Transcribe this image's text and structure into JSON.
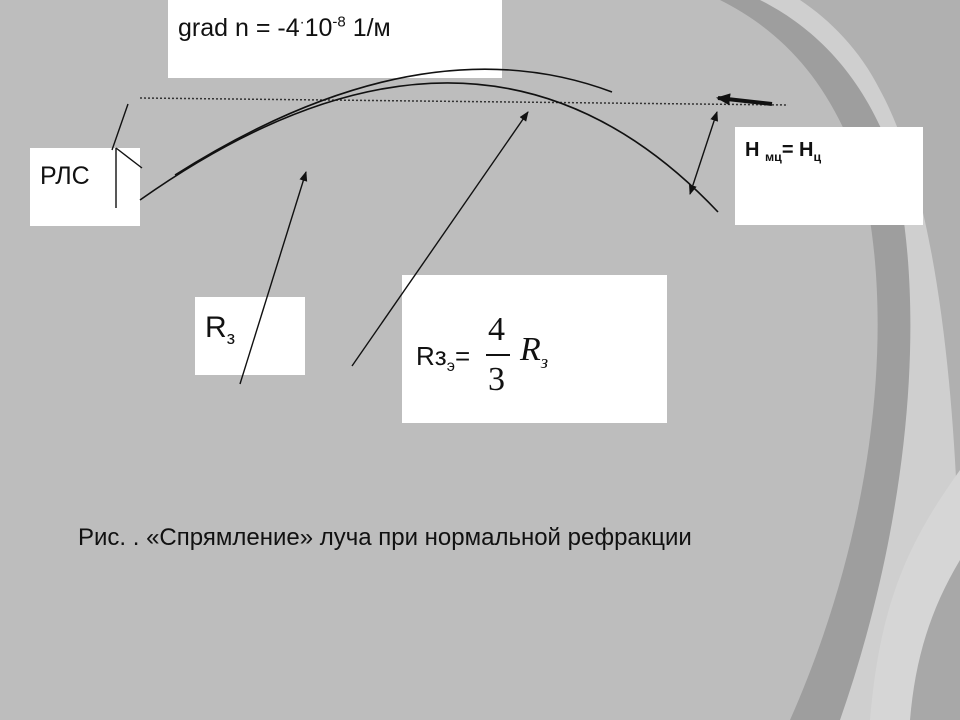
{
  "gradient": {
    "prefix": "grad n = -4",
    "dot": "·",
    "base": "10",
    "exponent": "-8",
    "unit": " 1/м"
  },
  "radar": {
    "label": "РЛС"
  },
  "height": {
    "h1": "H",
    "h1_sub": "мц",
    "equals": "= H",
    "h2_sub": "ц"
  },
  "earth_radius": {
    "symbol": "R",
    "sub": "з"
  },
  "formula": {
    "lhs_symbol": "R",
    "lhs_sub1": "з",
    "lhs_sub2": "э",
    "equals": "=",
    "numerator": "4",
    "denominator": "3",
    "r_symbol": "R",
    "r_sub": "з"
  },
  "caption": "Рис. . «Спрямление» луча при нормальной рефракции",
  "colors": {
    "background": "#bdbdbd",
    "box": "#ffffff",
    "line": "#111111"
  }
}
